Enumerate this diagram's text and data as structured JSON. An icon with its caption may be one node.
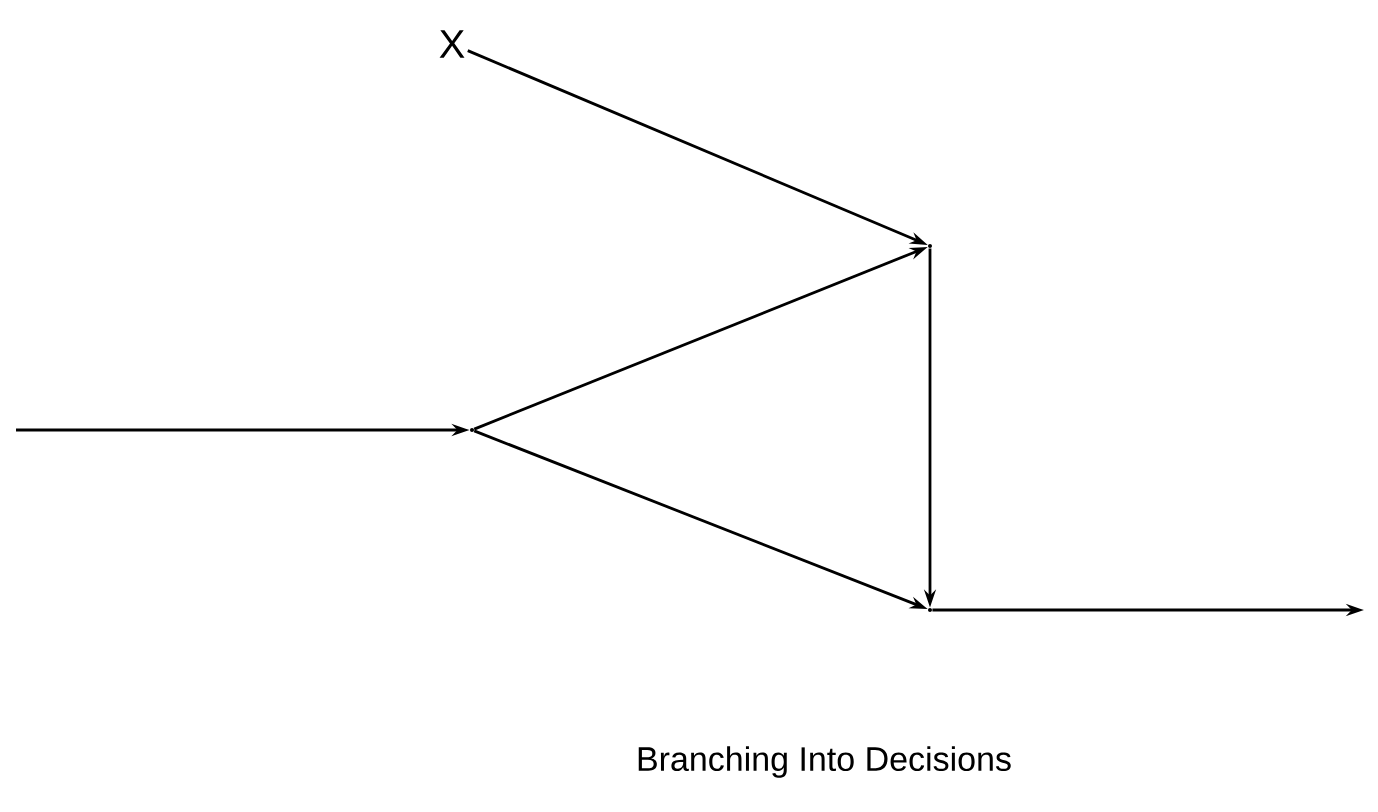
{
  "diagram": {
    "caption": "Branching Into Decisions",
    "nodes": [
      {
        "text": [
          "X"
        ]
      },
      {
        "text": [],
        "shape": "point"
      },
      {
        "text": [],
        "shape": "point"
      },
      {
        "text": [],
        "shape": "point"
      }
    ],
    "edges": [
      {
        "from": null,
        "to": 1,
        "arrow": "to"
      },
      {
        "from": 0,
        "to": 2,
        "arrow": "to"
      },
      {
        "from": 1,
        "to": 2,
        "arrow": "to"
      },
      {
        "from": 1,
        "to": 3,
        "arrow": "to"
      },
      {
        "from": 2,
        "to": 3,
        "arrow": "to"
      },
      {
        "from": 3,
        "to": null,
        "arrow": "to"
      }
    ]
  }
}
